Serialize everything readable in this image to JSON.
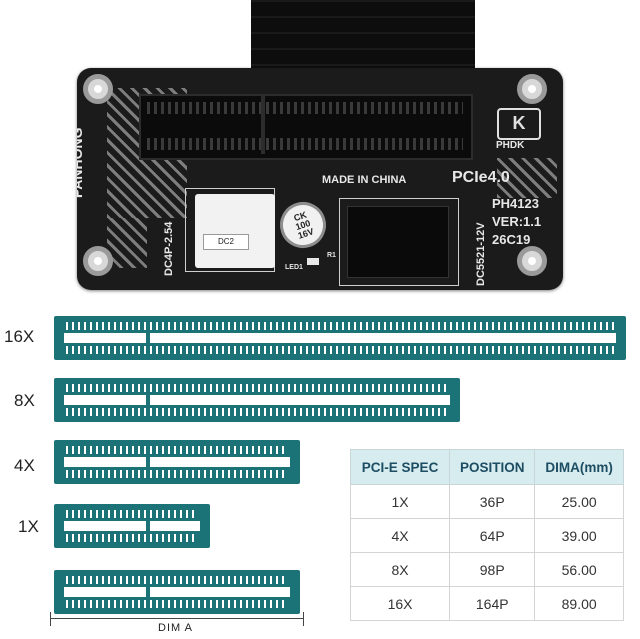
{
  "board": {
    "brand": "PANHONG",
    "logo_text": "PHDK",
    "standard": "PCIe4.0",
    "made_in": "MADE IN CHINA",
    "model": "PH4123",
    "version": "VER:1.1",
    "date_code": "26C19",
    "power_connector": "DC4P-2.54",
    "dc_jack": "DC5521-12V",
    "dc2_label": "DC2",
    "capacitor": [
      "CK",
      "100",
      "16V"
    ],
    "led": "LED1",
    "resistor": "R1"
  },
  "slot_sizes": [
    "16X",
    "8X",
    "4X",
    "1X"
  ],
  "dimension_label": "DIM A",
  "spec_table": {
    "headers": [
      "PCI-E SPEC",
      "POSITION",
      "DIMA(mm)"
    ],
    "rows": [
      [
        "1X",
        "36P",
        "25.00"
      ],
      [
        "4X",
        "64P",
        "39.00"
      ],
      [
        "8X",
        "98P",
        "56.00"
      ],
      [
        "16X",
        "164P",
        "89.00"
      ]
    ]
  },
  "colors": {
    "slot_teal": "#1b7377",
    "header_bg": "#d7ecee",
    "pcb": "#1b1b1b"
  }
}
